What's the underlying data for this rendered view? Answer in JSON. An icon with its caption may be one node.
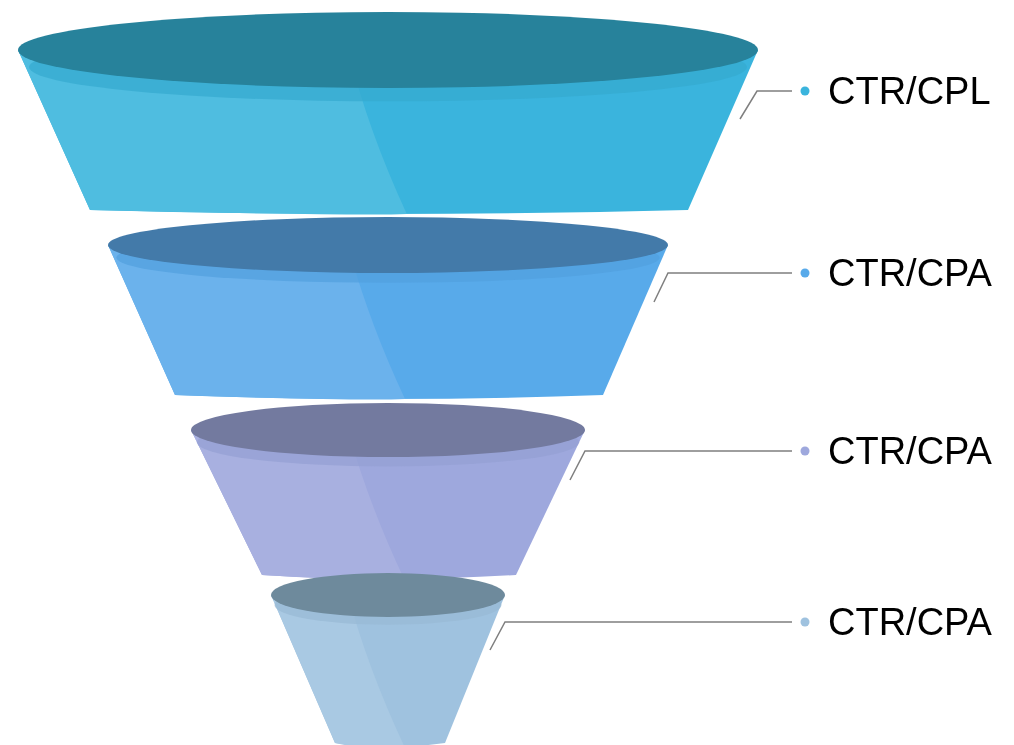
{
  "diagram": {
    "nodes": [
      {
        "text": [],
        "shape": "cone"
      },
      {
        "text": [],
        "shape": "cone"
      },
      {
        "text": [],
        "shape": "cone"
      },
      {
        "text": [],
        "shape": "cone"
      },
      {
        "text": [
          "CTR/CPL"
        ]
      },
      {
        "text": [
          "CTR/CPA"
        ]
      },
      {
        "text": [
          "CTR/CPA"
        ]
      },
      {
        "text": [
          "CTR/CPA"
        ]
      }
    ],
    "edges": [
      {
        "from": 4,
        "to": 0,
        "arrow": "other"
      },
      {
        "from": 5,
        "to": 1,
        "arrow": "other"
      },
      {
        "from": 6,
        "to": 2,
        "arrow": "other"
      },
      {
        "from": 7,
        "to": 3,
        "arrow": "other"
      }
    ]
  }
}
